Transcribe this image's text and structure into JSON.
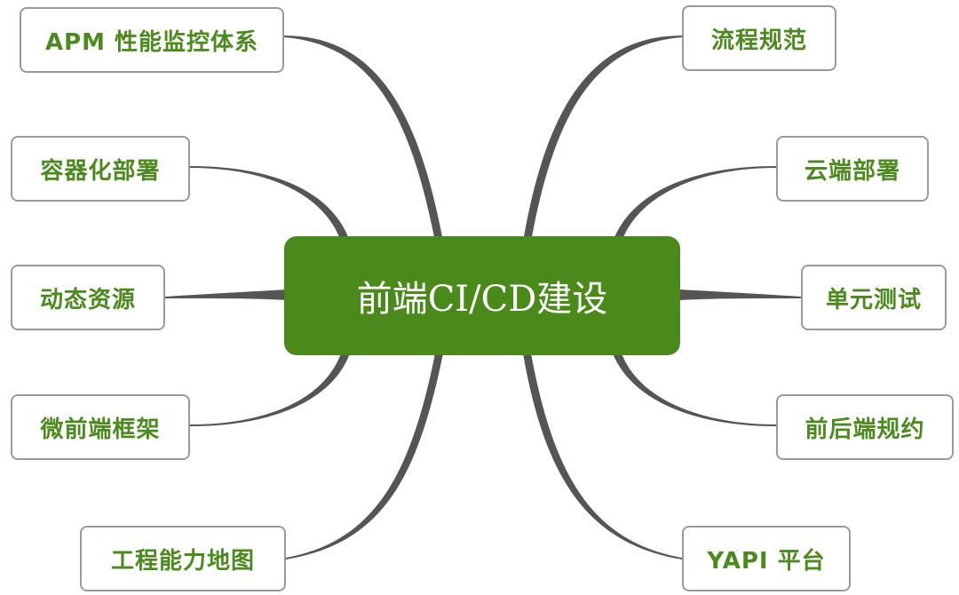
{
  "center": {
    "label": "前端CI/CD建设"
  },
  "left_nodes": [
    {
      "id": "apm",
      "label": "APM 性能监控体系"
    },
    {
      "id": "container",
      "label": "容器化部署"
    },
    {
      "id": "dynamic",
      "label": "动态资源"
    },
    {
      "id": "micro",
      "label": "微前端框架"
    },
    {
      "id": "map",
      "label": "工程能力地图"
    }
  ],
  "right_nodes": [
    {
      "id": "process",
      "label": "流程规范"
    },
    {
      "id": "cloud",
      "label": "云端部署"
    },
    {
      "id": "unit",
      "label": "单元测试"
    },
    {
      "id": "contract",
      "label": "前后端规约"
    },
    {
      "id": "yapi",
      "label": "YAPI 平台"
    }
  ],
  "colors": {
    "center_fill": "#4a8a1a",
    "center_text": "#ffffff",
    "node_text": "#4b8a1c",
    "node_border": "#9a9a9a",
    "branch": "#555555"
  }
}
